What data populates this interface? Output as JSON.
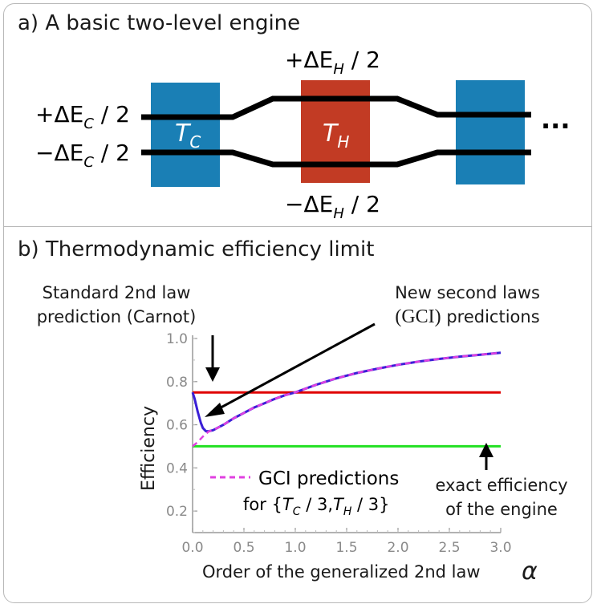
{
  "panel_a": {
    "title": "a) A basic two-level engine",
    "label_plus_c": "+ΔE",
    "label_plus_c_sub": "C",
    "label_plus_c_tail": " / 2",
    "label_minus_c": "−ΔE",
    "label_minus_c_sub": "C",
    "label_minus_c_tail": " / 2",
    "label_plus_h": "+ΔE",
    "label_plus_h_sub": "H",
    "label_plus_h_tail": " / 2",
    "label_minus_h": "−ΔE",
    "label_minus_h_sub": "H",
    "label_minus_h_tail": " / 2",
    "cold_label": "T",
    "cold_label_sub": "C",
    "hot_label": "T",
    "hot_label_sub": "H",
    "ellipsis": "···",
    "colors": {
      "cold": "#1a7fb5",
      "hot": "#c23b24",
      "line": "#000000"
    }
  },
  "panel_b": {
    "title": "b) Thermodynamic efficiency limit",
    "annotation_carnot": [
      "Standard 2nd law",
      "prediction (Carnot)"
    ],
    "annotation_gci_line1": "New second laws",
    "annotation_gci_line2_bold": "(GCI)",
    "annotation_gci_line2_rest": " predictions",
    "annotation_exact": [
      "exact efficiency",
      "of the engine"
    ],
    "legend_line1": "GCI predictions",
    "legend_line2_prefix": "for  {",
    "legend_line2_math": "T",
    "legend_line2_sub1": "C",
    "legend_line2_mid": " / 3,",
    "legend_line2_math2": "T",
    "legend_line2_sub2": "H",
    "legend_line2_tail": " / 3}"
  },
  "chart_data": {
    "type": "line",
    "xlabel": "Order of the generalized 2nd law",
    "xlabel_symbol": "α",
    "ylabel": "Efficiency",
    "xlim": [
      0,
      3
    ],
    "ylim": [
      0.1,
      1.0
    ],
    "xticks": [
      "0.0",
      "0.5",
      "1.0",
      "1.5",
      "2.0",
      "2.5",
      "3.0"
    ],
    "yticks": [
      "0.2",
      "0.4",
      "0.6",
      "0.8",
      "1.0"
    ],
    "series": [
      {
        "color": "#e00000",
        "style": "solid",
        "x": [
          0,
          3
        ],
        "y": [
          0.75,
          0.75
        ]
      },
      {
        "color": "#22e022",
        "style": "solid",
        "x": [
          0,
          3
        ],
        "y": [
          0.5,
          0.5
        ]
      },
      {
        "color": "#3a1fd6",
        "style": "solid",
        "x": [
          0.0,
          0.02,
          0.05,
          0.08,
          0.1,
          0.13,
          0.16,
          0.2,
          0.3,
          0.4,
          0.5,
          0.6,
          0.7,
          0.8,
          0.9,
          1.0,
          1.2,
          1.4,
          1.6,
          1.8,
          2.0,
          2.2,
          2.4,
          2.6,
          2.8,
          3.0
        ],
        "y": [
          0.75,
          0.72,
          0.66,
          0.61,
          0.585,
          0.57,
          0.57,
          0.575,
          0.6,
          0.63,
          0.655,
          0.68,
          0.7,
          0.72,
          0.737,
          0.75,
          0.785,
          0.815,
          0.84,
          0.86,
          0.878,
          0.893,
          0.905,
          0.916,
          0.925,
          0.934
        ]
      },
      {
        "color": "#e040e0",
        "style": "dashed",
        "x": [
          0.0,
          0.05,
          0.1,
          0.16,
          0.2,
          0.3,
          0.4,
          0.5,
          0.6,
          0.7,
          0.8,
          0.9,
          1.0,
          1.2,
          1.4,
          1.6,
          1.8,
          2.0,
          2.2,
          2.4,
          2.6,
          2.8,
          3.0
        ],
        "y": [
          0.5,
          0.52,
          0.545,
          0.57,
          0.575,
          0.6,
          0.63,
          0.655,
          0.68,
          0.7,
          0.72,
          0.737,
          0.75,
          0.785,
          0.815,
          0.84,
          0.86,
          0.878,
          0.893,
          0.905,
          0.916,
          0.925,
          0.934
        ]
      }
    ]
  }
}
